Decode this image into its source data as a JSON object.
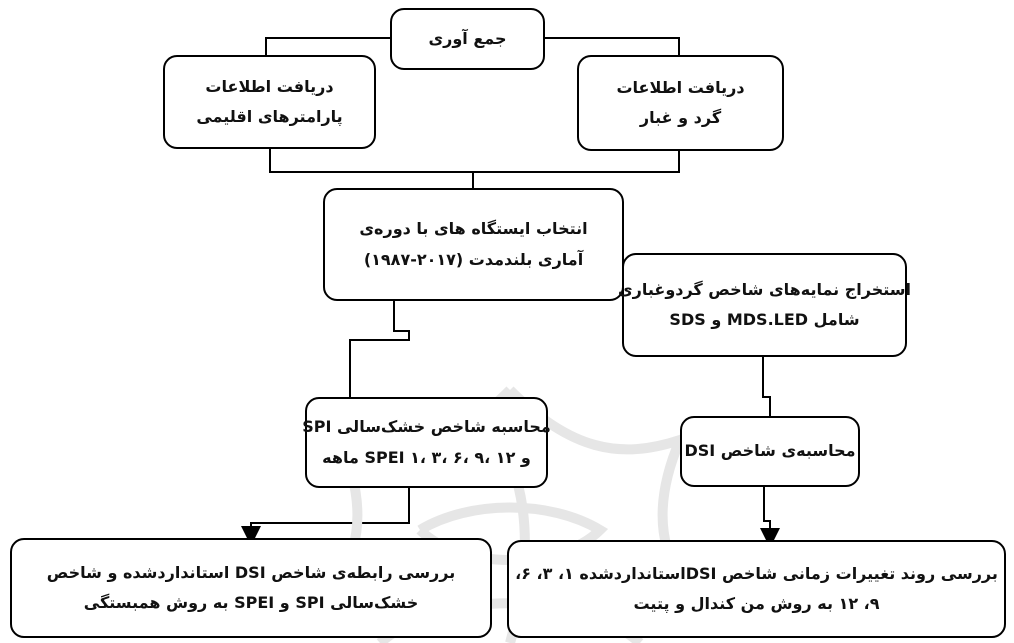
{
  "nodes": {
    "collect": {
      "lines": [
        "جمع آوری"
      ]
    },
    "climate": {
      "lines": [
        "دریافت اطلاعات",
        "پارامترهای اقلیمی"
      ]
    },
    "dust": {
      "lines": [
        "دریافت اطلاعات",
        "گرد و غبار"
      ]
    },
    "stations": {
      "lines": [
        "انتخاب ایستگاه های با دوره‌ی",
        "آماری بلندمدت (۲۰۱۷-۱۹۸۷)"
      ]
    },
    "extract": {
      "lines": [
        "استخراج نمایه‌های شاخص گردوغباری",
        "شامل MDS.LED  و SDS"
      ]
    },
    "spi": {
      "lines": [
        "محاسبه شاخص خشک‌سالی  SPI",
        "و SPEI ۱، ۳، ۶، ۹، ۱۲ ماهه"
      ]
    },
    "dsi": {
      "lines": [
        "محاسبه‌ی شاخص DSI"
      ]
    },
    "correlation": {
      "lines": [
        "بررسی رابطه‌ی شاخص DSI  استانداردشده و شاخص",
        "خشک‌سالی SPI و  SPEI به روش همبستگی"
      ]
    },
    "trend": {
      "lines": [
        "بررسی روند تغییرات زمانی شاخص  DSIاستانداردشده ۱، ۳، ۶،",
        "۹، ۱۲ به روش من کندال و پتیت"
      ]
    }
  },
  "colors": {
    "stroke": "#000000",
    "watermark": "#e6e6e6"
  }
}
